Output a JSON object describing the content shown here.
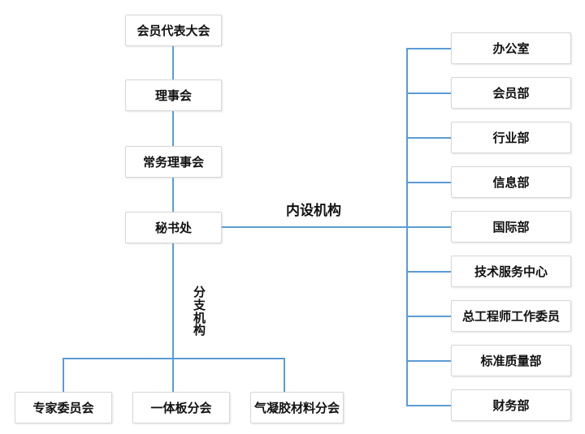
{
  "diagram": {
    "type": "org-chart",
    "colors": {
      "line": "#5b9bd5",
      "box-border": "#d6d6d6",
      "box-bg": "#ffffff",
      "text": "#111111"
    },
    "main_chain": [
      "会员代表大会",
      "理事会",
      "常务理事会",
      "秘书处"
    ],
    "connector_labels": {
      "internal": "内设机构",
      "branch": "分支机构"
    },
    "internal_departments": [
      "办公室",
      "会员部",
      "行业部",
      "信息部",
      "国际部",
      "技术服务中心",
      "总工程师工作委员",
      "标准质量部",
      "财务部"
    ],
    "branches": [
      "专家委员会",
      "一体板分会",
      "气凝胶材料分会"
    ]
  }
}
